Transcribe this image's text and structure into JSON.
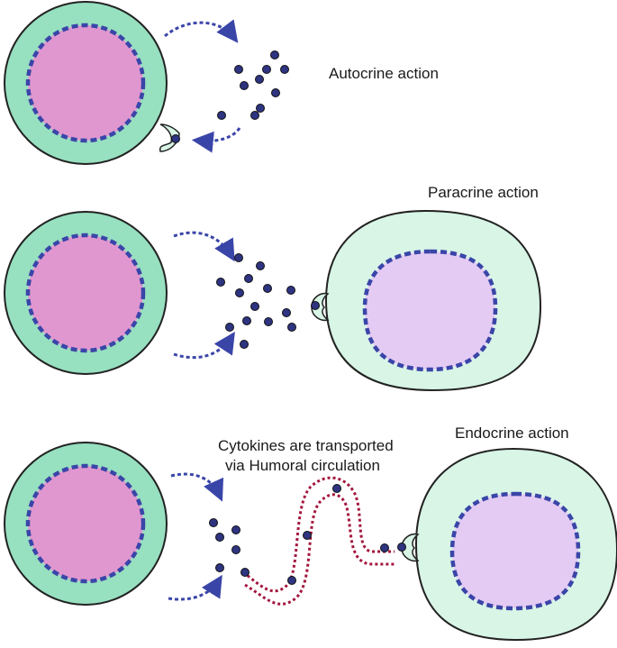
{
  "labels": {
    "autocrine": "Autocrine action",
    "paracrine": "Paracrine action",
    "endocrine": "Endocrine action",
    "transport_line1": "Cytokines are transported",
    "transport_line2": "via Humoral circulation"
  },
  "colors": {
    "secreting_cell_cytoplasm": "#97e0c0",
    "secreting_cell_nucleus": "#e097d0",
    "target_cell_cytoplasm": "#d8f5e6",
    "target_cell_nucleus": "#e4cbf3",
    "membrane_dash": "#3a45a8",
    "cytokine": "#2e3480",
    "arrow": "#3a45a8",
    "blood_vessel": "#a3163e"
  }
}
